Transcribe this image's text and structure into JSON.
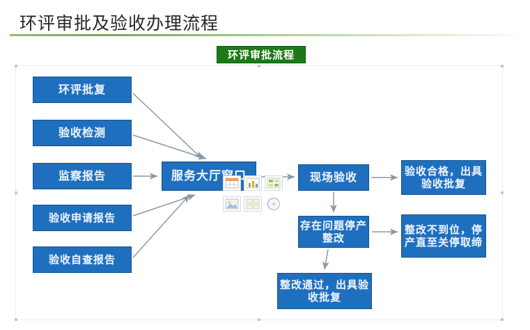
{
  "slide": {
    "title": "环评审批及验收办理流程",
    "banner": "环评审批流程",
    "accent_green": "#1B7A17",
    "accent_blue": "#1F6FBF",
    "rule_color": "#76a94f",
    "arrow_color": "#8a97a3"
  },
  "inputs": [
    {
      "label": "环评批复"
    },
    {
      "label": "验收检测"
    },
    {
      "label": "监察报告"
    },
    {
      "label": "验收申请报告"
    },
    {
      "label": "验收自查报告"
    }
  ],
  "hub": {
    "label": "服务大厅窗口"
  },
  "outcomes": {
    "site_check": "现场验收",
    "pass": "验收合格，出具验收批复",
    "issue": "存在问题停产整改",
    "fail": "整改不到位，停产直至关停取缔",
    "done": "整改通过，出具验收批复"
  },
  "placeholder_icons": [
    {
      "name": "table-icon"
    },
    {
      "name": "chart-icon"
    },
    {
      "name": "smartart-icon"
    },
    {
      "name": "picture-icon"
    },
    {
      "name": "clipart-icon"
    },
    {
      "name": "media-icon"
    }
  ]
}
